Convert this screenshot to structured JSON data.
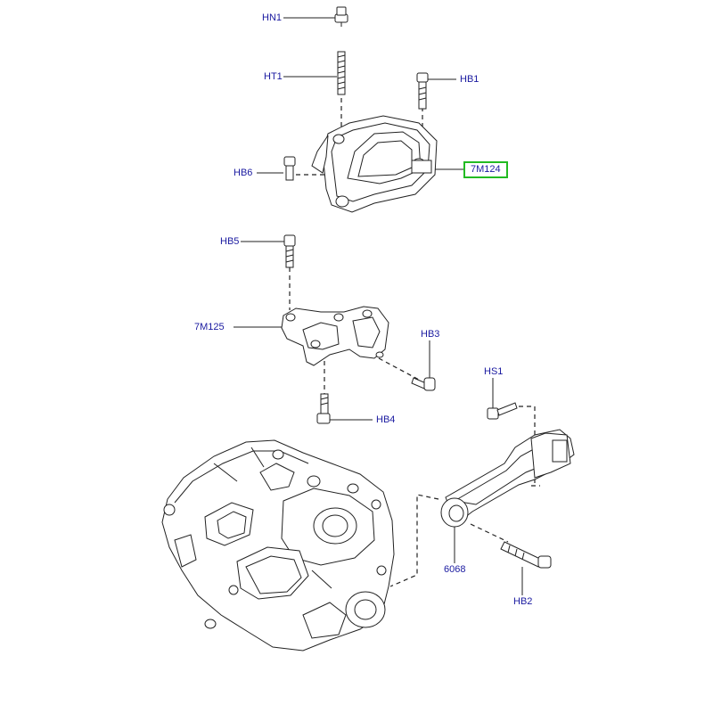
{
  "diagram": {
    "selected_label": "7M124",
    "labels": {
      "hn1": "HN1",
      "ht1": "HT1",
      "hb1": "HB1",
      "hb6": "HB6",
      "m124": "7M124",
      "hb5": "HB5",
      "m125": "7M125",
      "hb3": "HB3",
      "hb4": "HB4",
      "hs1": "HS1",
      "p6068": "6068",
      "hb2": "HB2"
    },
    "colors": {
      "label_text": "#1a1aa0",
      "selection_box": "#22bb22",
      "line": "#222222"
    }
  }
}
